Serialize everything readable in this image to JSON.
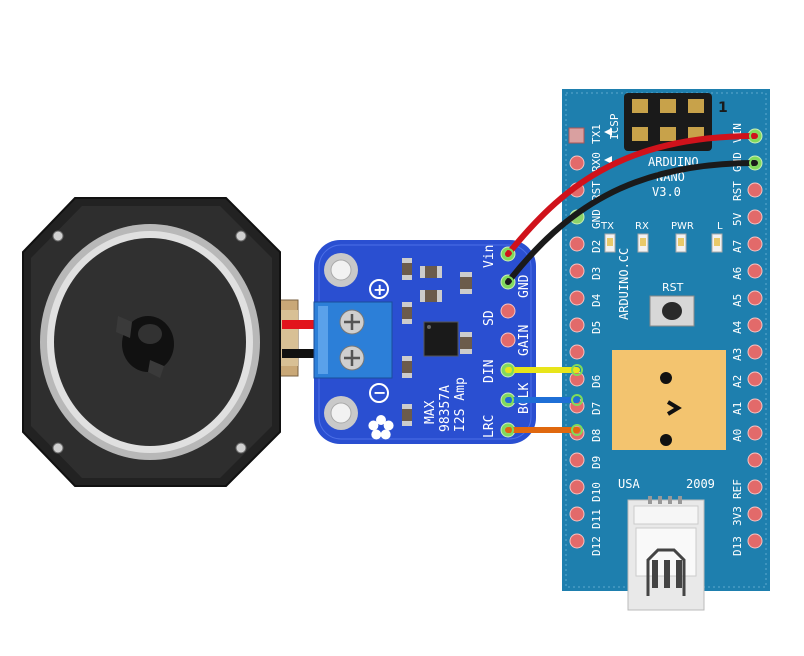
{
  "nano": {
    "icsp_label": "ICSP",
    "icsp_number": "1",
    "title_line1": "ARDUINO",
    "title_line2": "NANO",
    "version": "V3.0",
    "vertical_site": "ARDUINO.CC",
    "rst_button_label": "RST",
    "led_labels": [
      "TX",
      "RX",
      "PWR",
      "L"
    ],
    "left_pins": [
      "TX1",
      "RX0",
      "RST",
      "GND",
      "D2",
      "D3",
      "D4",
      "D5",
      "D6",
      "D7",
      "D8",
      "D9",
      "D10",
      "D11",
      "D12"
    ],
    "right_pins": [
      "VIN",
      "GND",
      "RST",
      "5V",
      "A7",
      "A6",
      "A5",
      "A4",
      "A3",
      "A2",
      "A1",
      "A0",
      "REF",
      "3V3",
      "D13"
    ],
    "usa_label": "USA",
    "year_label": "2009"
  },
  "amp": {
    "line1": "MAX",
    "line2": "98357A",
    "line3": "I2S Amp",
    "pins": [
      "Vin",
      "GND",
      "SD",
      "GAIN",
      "DIN",
      "BCLK",
      "LRC"
    ],
    "plus_symbol": "+",
    "minus_symbol": "−"
  },
  "wire_colors": {
    "power": "#d0121b",
    "ground": "#1a1a1a",
    "din": "#e8e51a",
    "bclk": "#1f6fd6",
    "lrc": "#e0680f"
  },
  "board_colors": {
    "nano": "#1e7fae",
    "amp": "#2a4fd1",
    "speaker_frame": "#2a2a2a"
  }
}
